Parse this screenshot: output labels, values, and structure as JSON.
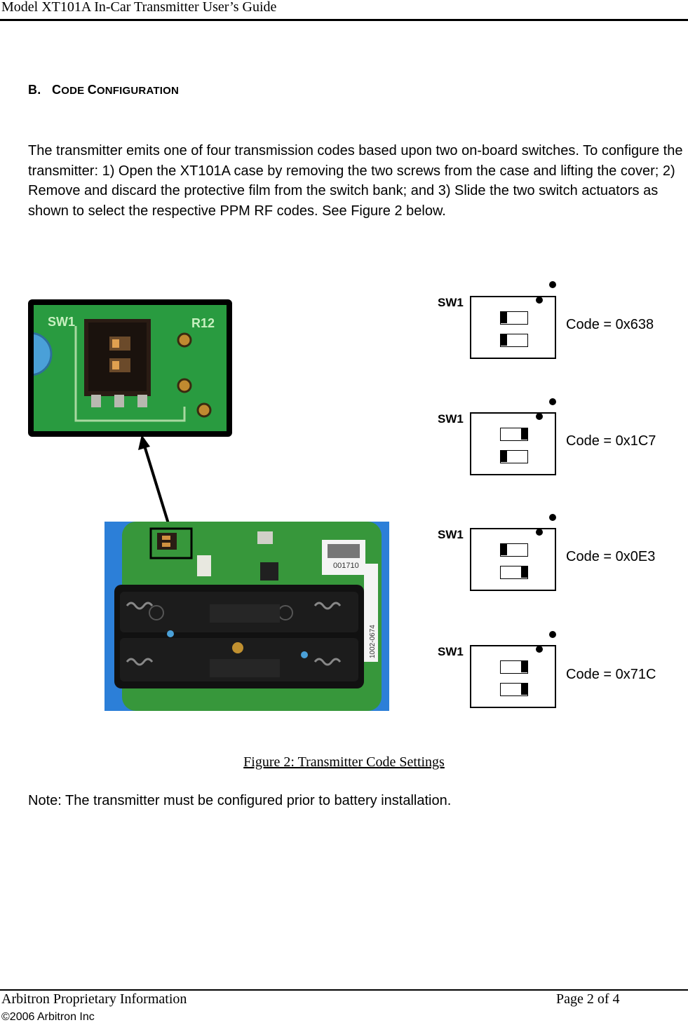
{
  "header": {
    "title": "Model XT101A In-Car Transmitter User’s Guide"
  },
  "section": {
    "letter": "B.",
    "title_c": "C",
    "title_ode": "ODE ",
    "title_c2": "C",
    "title_onfiguration": "ONFIGURATION"
  },
  "body": {
    "paragraph": "The transmitter emits one of four transmission codes based upon two on-board switches.  To configure the transmitter: 1) Open the XT101A case by removing the two screws from the case and lifting the cover; 2)  Remove and discard the protective film from the switch bank; and 3) Slide the two switch actuators as shown to select the respective PPM RF codes.  See Figure 2 below."
  },
  "figure": {
    "caption": "Figure 2: Transmitter Code Settings",
    "zoom_photo_silkscreen": [
      "SW1",
      "R12"
    ],
    "board_photo_labels": [
      "001710",
      "1002-0674"
    ],
    "switch_settings": [
      {
        "switch_label": "SW1",
        "code_label": "Code = 0x638",
        "toggles": [
          "left",
          "left"
        ]
      },
      {
        "switch_label": "SW1",
        "code_label": "Code = 0x1C7",
        "toggles": [
          "right",
          "left"
        ]
      },
      {
        "switch_label": "SW1",
        "code_label": "Code = 0x0E3",
        "toggles": [
          "left",
          "right"
        ]
      },
      {
        "switch_label": "SW1",
        "code_label": "Code = 0x71C",
        "toggles": [
          "right",
          "right"
        ]
      }
    ]
  },
  "note": {
    "text": "Note:  The transmitter must be configured prior to battery installation."
  },
  "footer": {
    "left": "Arbitron Proprietary Information",
    "right": "Page 2 of 4",
    "copyright": "©2006 Arbitron Inc"
  }
}
